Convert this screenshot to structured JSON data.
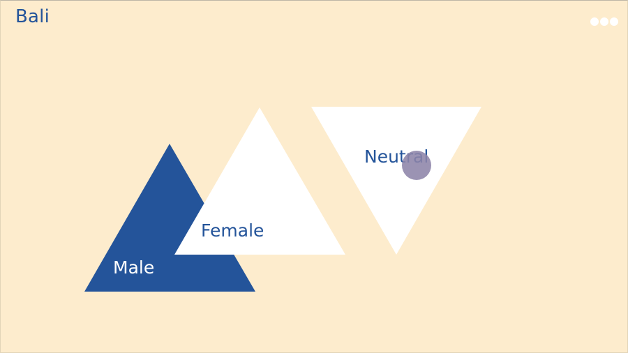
{
  "header": {
    "title": "Bali",
    "menu_icon": "more-dots-icon"
  },
  "options": {
    "male": {
      "label": "Male",
      "color": "#24549a",
      "text_color": "#ffffff"
    },
    "female": {
      "label": "Female",
      "color": "#ffffff",
      "text_color": "#24549a"
    },
    "neutral": {
      "label": "Neutral",
      "color": "#ffffff",
      "text_color": "#24549a"
    }
  },
  "colors": {
    "background": "#fdeccd",
    "accent": "#24549a",
    "cursor": "#8d84a8"
  }
}
